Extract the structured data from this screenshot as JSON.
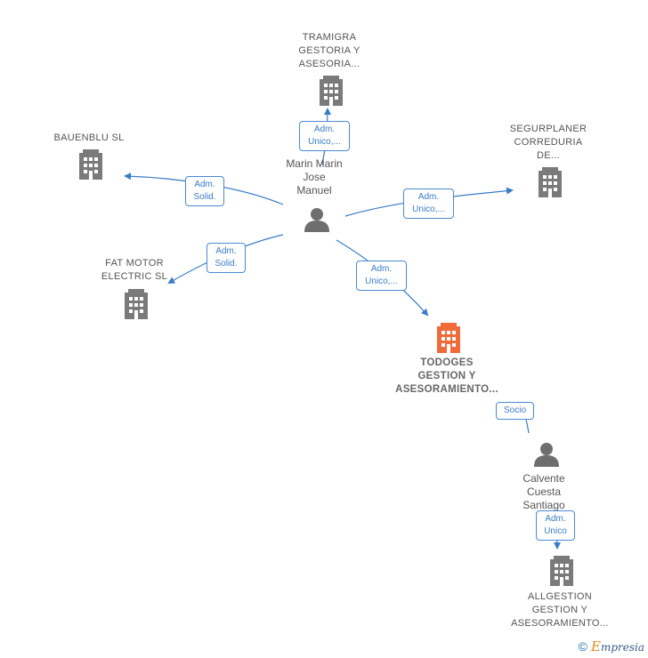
{
  "nodes": {
    "tramigra": {
      "label": "TRAMIGRA\nGESTORIA Y\nASESORIA..."
    },
    "bauenblu": {
      "label": "BAUENBLU  SL"
    },
    "segurplaner": {
      "label": "SEGURPLANER\nCORREDURIA\nDE..."
    },
    "fatmotor": {
      "label": "FAT MOTOR\nELECTRIC  SL"
    },
    "todoges": {
      "label": "TODOGES\nGESTION Y\nASESORAMIENTO..."
    },
    "allgestion": {
      "label": "ALLGESTION\nGESTION Y\nASESORAMIENTO..."
    },
    "marin": {
      "label": "Marin Marin\nJose\nManuel"
    },
    "calvente": {
      "label": "Calvente\nCuesta\nSantiago"
    }
  },
  "edges": {
    "to_tramigra": "Adm.\nUnico,...",
    "to_bauenblu": "Adm.\nSolid.",
    "to_segurplaner": "Adm.\nUnico,...",
    "to_fatmotor": "Adm.\nSolid.",
    "to_todoges": "Adm.\nUnico,...",
    "calvente_todoges": "Socio",
    "to_allgestion": "Adm.\nUnico"
  },
  "colors": {
    "building": "#7a7a7a",
    "building_main": "#f06a3a",
    "person": "#6e6e6e",
    "edge": "#3a7cc8"
  },
  "brand": {
    "copyright": "©",
    "name_initial": "E",
    "name_rest": "mpresia"
  }
}
